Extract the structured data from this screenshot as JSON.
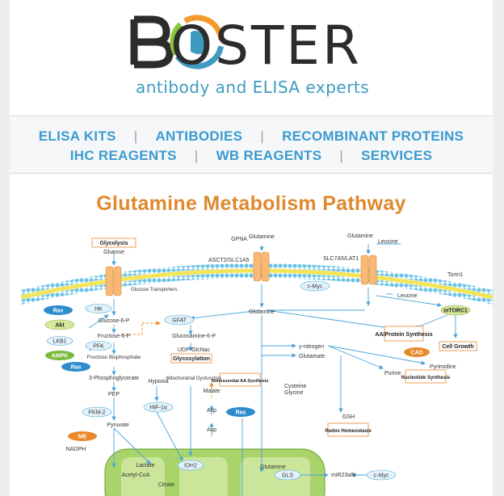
{
  "logo": {
    "word": "BOSTER",
    "tagline": "antibody and ELISA experts"
  },
  "nav": {
    "row1": [
      "ELISA KITS",
      "ANTIBODIES",
      "RECOMBINANT PROTEINS"
    ],
    "row2": [
      "IHC REAGENTS",
      "WB REAGENTS",
      "SERVICES"
    ]
  },
  "page": {
    "title": "Glutamine Metabolism Pathway"
  },
  "diagram": {
    "boxes": {
      "glycolysis": "Glycolysis",
      "aa_protein": "AA/Protein Synthesis",
      "cell_growth": "Cell Growth",
      "glycosylation": "Glycosylation",
      "nonessential": "Nonessential AA Synthesis",
      "nucleotide": "Nucleotide Synthesis",
      "redox": "Redox Homeostasis"
    },
    "ovals": {
      "ras": "Ras",
      "akt": "Akt",
      "lkb1": "LKB1",
      "ampk": "AMPK",
      "ras2": "Ras",
      "hk": "HK",
      "pfk": "PFK",
      "gfat": "GFAT",
      "cmyc": "c-Myc",
      "mtorc1": "mTORC1",
      "cad": "CAD",
      "hif": "HIF-1α",
      "ras3": "Ras",
      "pkm2": "PKM-2",
      "me": "ME",
      "idh2": "IDH2",
      "gls": "GLS",
      "cmyc2": "c-Myc"
    },
    "labels": {
      "glucose": "Glucose",
      "gpna": "GPNA",
      "glutamine_top": "Glutamine",
      "glutamine_top2": "Glutamine",
      "leucine_top": "Leucine",
      "asct2": "ASCT2/SLC1A5",
      "slc7a5": "SLC7A5/LAT1",
      "glucose_transporters": "Glucose Transporters",
      "torin1": "Torin1",
      "glucose6p": "Glucose-6-P",
      "fructose6p": "Fructose-6-P",
      "fructose_bis": "Fructose Bisphosphate",
      "phosphoglycerate": "3-Phosphoglycerate",
      "pep": "PEP",
      "pyruvate": "Pyruvate",
      "nadph": "NADPH",
      "lactate": "Lactate",
      "acetylcoa": "Acetyl-CoA",
      "citrate": "Citrate",
      "glucosamine": "Glucosamine-6-P",
      "udp": "UDP-GlcNac",
      "hypoxia": "Hypoxia",
      "mito": "Mitochondrial Dysfunction",
      "malate": "Malate",
      "asp1": "Asp",
      "asp2": "Asp",
      "glutamine_mid": "Glutamine",
      "leucine_mid": "Leucine",
      "gamma_n": "γ-nitrogen",
      "glutamate": "Glutamate",
      "purine": "Purine",
      "pyrimidine": "Pyrimidine",
      "cysteine": "Cysteine",
      "glycine": "Glycine",
      "gsh": "GSH",
      "glutamine_mito": "Glutamine",
      "mir23": "miR23a/b"
    }
  }
}
